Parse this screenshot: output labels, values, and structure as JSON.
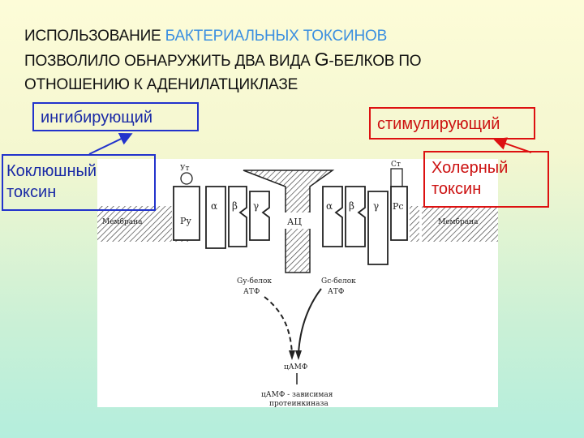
{
  "slide": {
    "title_part1": "ИСПОЛЬЗОВАНИЕ ",
    "title_highlight": "БАКТЕРИАЛЬНЫХ ТОКСИНОВ",
    "title_part2": "ПОЗВОЛИЛО ОБНАРУЖИТЬ ДВА ВИДА ",
    "title_g": "G",
    "title_part3": "-БЕЛКОВ ПО",
    "title_part4": "ОТНОШЕНИЮ К АДЕНИЛАТЦИКЛАЗЕ"
  },
  "boxes": {
    "inhibitory": "ингибирующий",
    "stimulatory": "стимулирующий",
    "pertussis_line1": "Коклюшный",
    "pertussis_line2": "токсин",
    "cholera_line1": "Холерный",
    "cholera_line2": "токсин"
  },
  "diagram": {
    "membrane_left": "Мембрана",
    "membrane_right": "Мембрана",
    "ac": "АЦ",
    "alpha": "α",
    "beta": "β",
    "gamma": "γ",
    "ri_receptor": "Ру",
    "rs_receptor": "Рс",
    "ui_ligand": "Ут",
    "si_ligand": "Ст",
    "gi_protein": "Gу-белок",
    "gs_protein": "Gс-белок",
    "atp_left": "АТФ",
    "atp_right": "АТФ",
    "camp": "цАМФ",
    "kinase_line1": "цАМФ - зависимая",
    "kinase_line2": "протеинкиназа"
  },
  "colors": {
    "title_highlight": "#3b8fe0",
    "blue_box": "#2233cc",
    "red_box": "#dd1111"
  }
}
